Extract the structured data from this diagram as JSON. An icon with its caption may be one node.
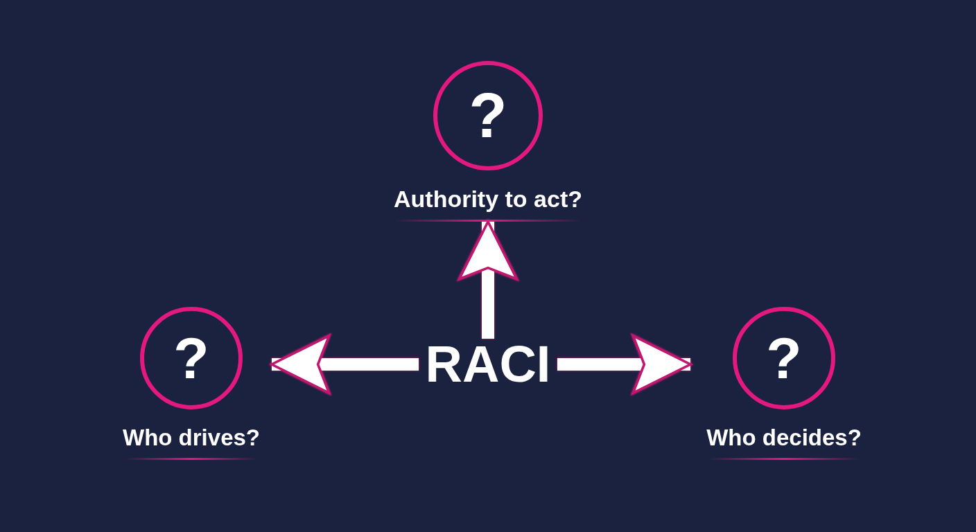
{
  "diagram": {
    "nodes": [
      {
        "text": [
          "RACI"
        ]
      },
      {
        "text": [
          "?",
          "Authority to act?"
        ]
      },
      {
        "text": [
          "?",
          "Who drives?"
        ]
      },
      {
        "text": [
          "?",
          "Who decides?"
        ]
      }
    ],
    "edges": [
      {
        "from": 0,
        "to": 1,
        "arrow": "to"
      },
      {
        "from": 0,
        "to": 2,
        "arrow": "to"
      },
      {
        "from": 0,
        "to": 3,
        "arrow": "to"
      }
    ]
  }
}
